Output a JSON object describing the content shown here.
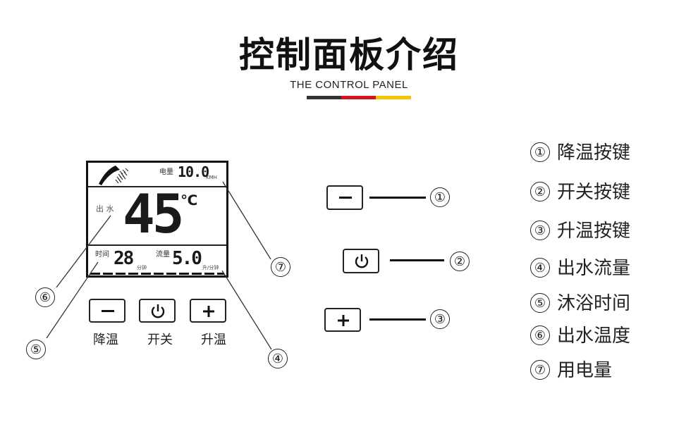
{
  "header": {
    "title": "控制面板介绍",
    "subtitle": "THE CONTROL PANEL",
    "stripe_colors": [
      "#333333",
      "#d6121a",
      "#f2c500"
    ]
  },
  "display": {
    "power_label": "电量",
    "power_value": "10.0",
    "power_unit": "KMH",
    "outlet_label": "出 水",
    "temperature_value": "45",
    "temperature_unit": "℃",
    "time_label": "时间",
    "time_value": "28",
    "time_unit": "分钟",
    "flow_label": "流量",
    "flow_value": "5.0",
    "flow_unit": "升/分钟"
  },
  "panel_buttons": {
    "minus_icon": "minus-icon",
    "power_icon": "power-icon",
    "plus_icon": "plus-icon",
    "labels": [
      "降温",
      "开关",
      "升温"
    ]
  },
  "callouts": [
    "⑥",
    "⑤",
    "⑦",
    "④"
  ],
  "key_callouts": [
    "①",
    "②",
    "③"
  ],
  "legend": [
    {
      "num": "①",
      "text": "降温按键"
    },
    {
      "num": "②",
      "text": "开关按键"
    },
    {
      "num": "③",
      "text": "升温按键"
    },
    {
      "num": "④",
      "text": "出水流量"
    },
    {
      "num": "⑤",
      "text": "沐浴时间"
    },
    {
      "num": "⑥",
      "text": "出水温度"
    },
    {
      "num": "⑦",
      "text": "用电量"
    }
  ]
}
